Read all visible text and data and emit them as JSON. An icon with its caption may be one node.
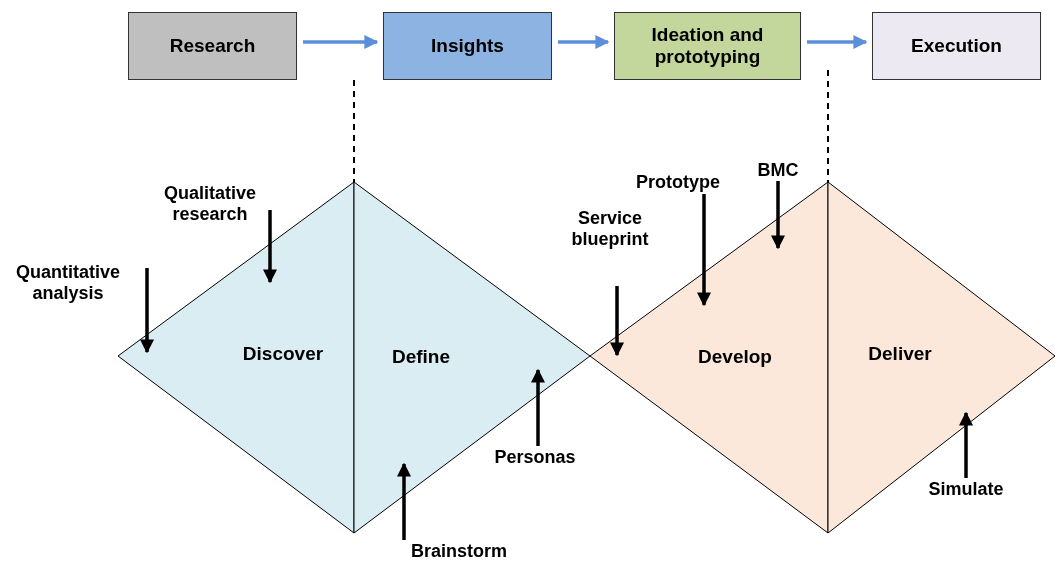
{
  "diagram": {
    "nodes": [
      {
        "text": [
          "Research"
        ]
      },
      {
        "text": [
          "Insights"
        ]
      },
      {
        "text": [
          "Ideation and prototyping"
        ]
      },
      {
        "text": [
          "Execution"
        ]
      },
      {
        "text": [
          "Discover"
        ]
      },
      {
        "text": [
          "Define"
        ]
      },
      {
        "text": [
          "Develop"
        ]
      },
      {
        "text": [
          "Deliver"
        ]
      },
      {
        "text": [
          "Quantitative analysis"
        ]
      },
      {
        "text": [
          "Qualitative research"
        ]
      },
      {
        "text": [
          "Service blueprint"
        ]
      },
      {
        "text": [
          "Prototype"
        ]
      },
      {
        "text": [
          "BMC"
        ]
      },
      {
        "text": [
          "Personas"
        ]
      },
      {
        "text": [
          "Brainstorm"
        ]
      },
      {
        "text": [
          "Simulate"
        ]
      }
    ],
    "edges": [
      {
        "from": 0,
        "to": 1,
        "arrow": "to",
        "color": "#5b8fd9"
      },
      {
        "from": 1,
        "to": 2,
        "arrow": "to",
        "color": "#5b8fd9"
      },
      {
        "from": 2,
        "to": 3,
        "arrow": "to",
        "color": "#5b8fd9"
      },
      {
        "from": 8,
        "to": 4,
        "arrow": "to"
      },
      {
        "from": 9,
        "to": 4,
        "arrow": "to"
      },
      {
        "from": 10,
        "to": 6,
        "arrow": "to"
      },
      {
        "from": 11,
        "to": 6,
        "arrow": "to"
      },
      {
        "from": 12,
        "to": 6,
        "arrow": "to"
      },
      {
        "from": 13,
        "to": 5,
        "arrow": "to"
      },
      {
        "from": 14,
        "to": 5,
        "arrow": "to"
      },
      {
        "from": 15,
        "to": 7,
        "arrow": "to"
      }
    ]
  }
}
